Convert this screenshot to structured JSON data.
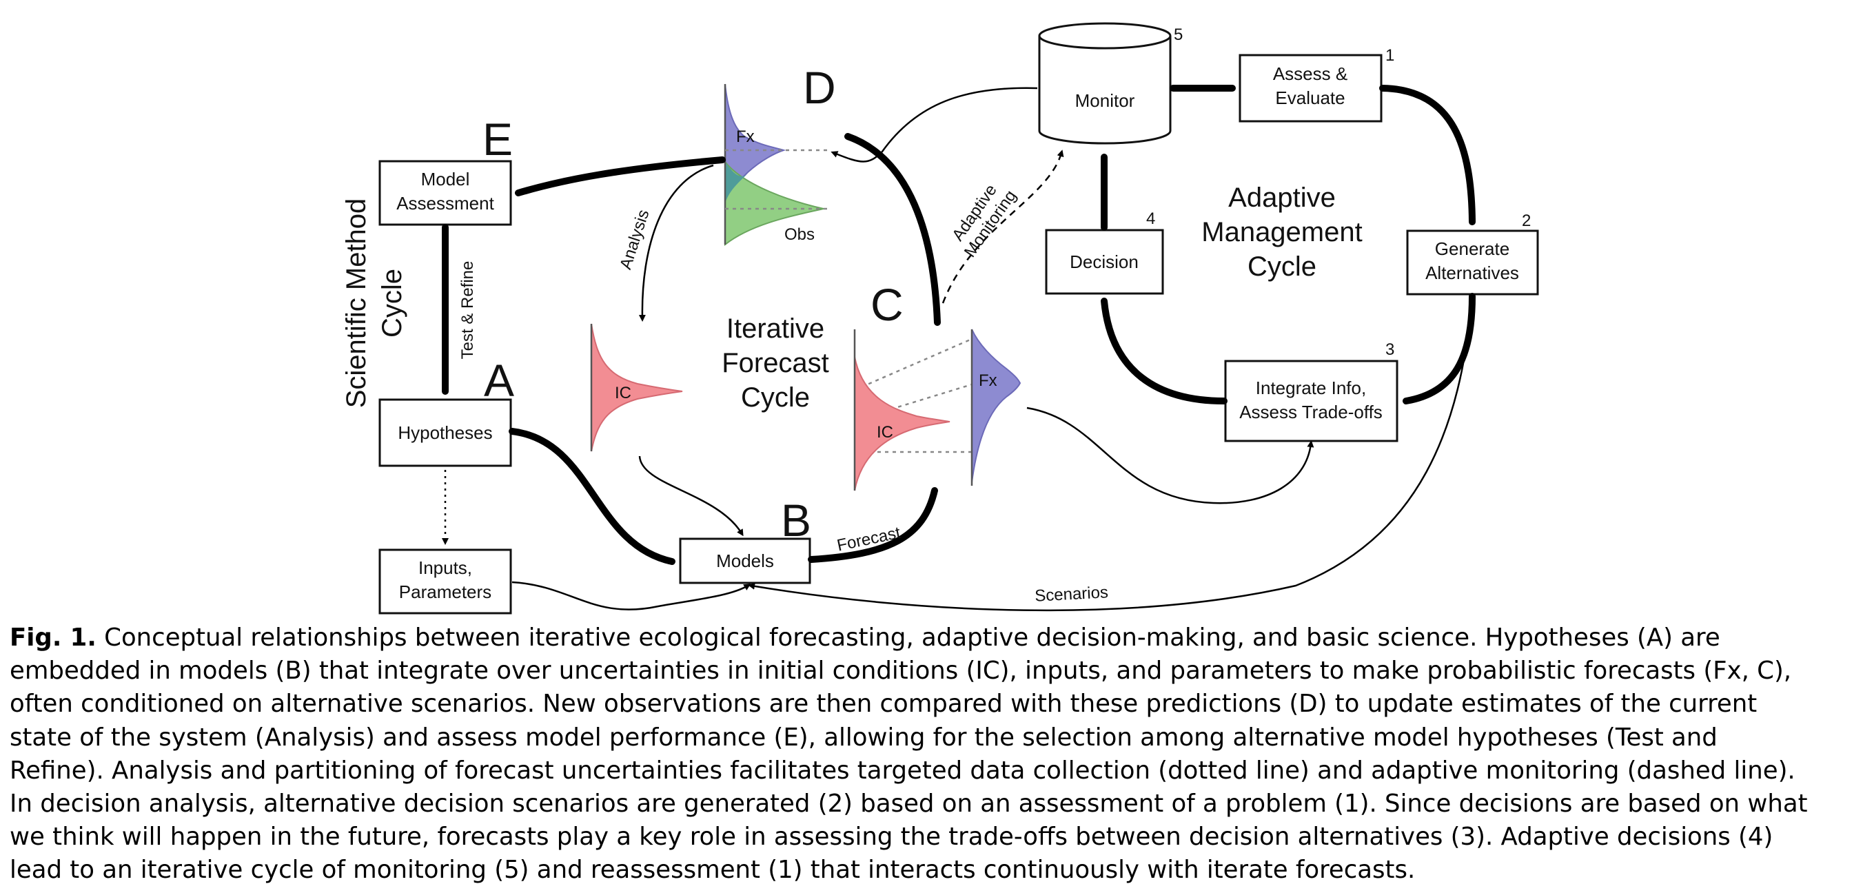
{
  "diagram": {
    "boxes": {
      "model_assessment": [
        "Model",
        "Assessment"
      ],
      "hypotheses": [
        "Hypotheses"
      ],
      "inputs_parameters": [
        "Inputs,",
        "Parameters"
      ],
      "models": [
        "Models"
      ],
      "monitor": [
        "Monitor"
      ],
      "assess_evaluate": [
        "Assess &",
        "Evaluate"
      ],
      "generate_alternatives": [
        "Generate",
        "Alternatives"
      ],
      "decision": [
        "Decision"
      ],
      "integrate_info": [
        "Integrate Info,",
        "Assess Trade-offs"
      ]
    },
    "step_numbers": {
      "assess": "1",
      "generate": "2",
      "integrate": "3",
      "decision": "4",
      "monitor": "5"
    },
    "panel_letters": {
      "a": "A",
      "b": "B",
      "c": "C",
      "d": "D",
      "e": "E"
    },
    "cycle_labels": {
      "scientific": [
        "Scientific Method",
        "Cycle"
      ],
      "iterative": [
        "Iterative",
        "Forecast",
        "Cycle"
      ],
      "adaptive": [
        "Adaptive",
        "Management",
        "Cycle"
      ]
    },
    "arrow_labels": {
      "test_refine": "Test & Refine",
      "analysis": "Analysis",
      "adaptive_monitoring": [
        "Adaptive",
        "Monitoring"
      ],
      "forecast": "Forecast",
      "scenarios": "Scenarios"
    },
    "distribution_labels": {
      "fx_d": "Fx",
      "obs": "Obs",
      "ic_left": "IC",
      "ic_c": "IC",
      "fx_c": "Fx"
    },
    "colors": {
      "fx": "#8d8bd1",
      "obs": "#92cf84",
      "ic": "#f28d93",
      "overlap": "#4f9c9a"
    }
  },
  "caption": {
    "fig_label": "Fig. 1.",
    "lines": [
      "Conceptual relationships between iterative ecological forecasting, adaptive decision-making, and basic science. Hypotheses (A) are",
      "embedded in models (B) that integrate over uncertainties in initial conditions (IC), inputs, and parameters to make probabilistic forecasts (Fx, C),",
      "often conditioned on alternative scenarios. New observations are then compared with these predictions (D) to update estimates of the current",
      "state of the system (Analysis) and assess model performance (E), allowing for the selection among alternative model hypotheses (Test and",
      "Refine). Analysis and partitioning of forecast uncertainties facilitates targeted data collection (dotted line) and adaptive monitoring (dashed line).",
      "In decision analysis, alternative decision scenarios are generated (2) based on an assessment of a problem (1). Since decisions are based on what",
      "we think will happen in the future, forecasts play a key role in assessing the trade-offs between decision alternatives (3). Adaptive decisions (4)",
      "lead to an iterative cycle of monitoring (5) and reassessment (1) that interacts continuously with iterate forecasts."
    ]
  }
}
